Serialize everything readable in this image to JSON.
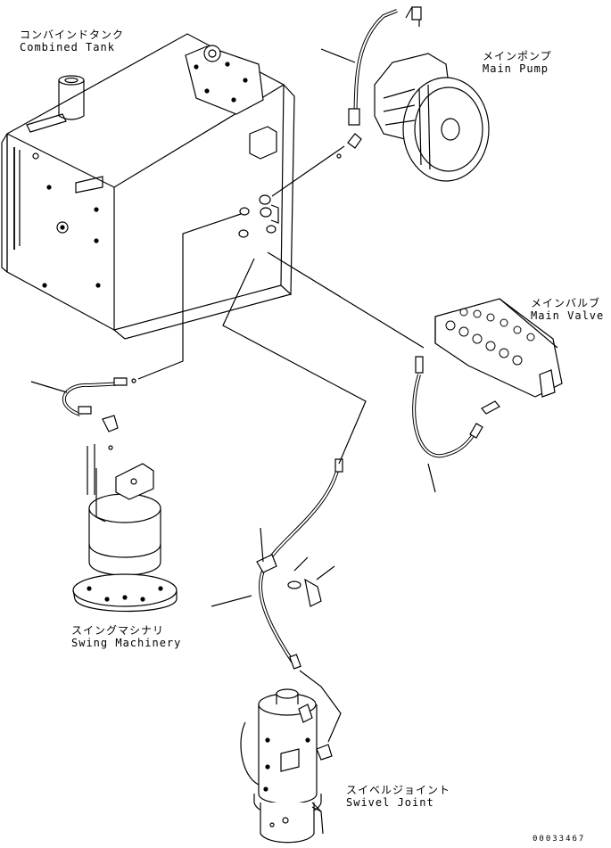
{
  "labels": {
    "combined_tank": {
      "jp": "コンバインドタンク",
      "en": "Combined Tank"
    },
    "main_pump": {
      "jp": "メインポンプ",
      "en": "Main Pump"
    },
    "main_valve": {
      "jp": "メインバルブ",
      "en": "Main Valve"
    },
    "swing_machinery": {
      "jp": "スイングマシナリ",
      "en": "Swing Machinery"
    },
    "swivel_joint": {
      "jp": "スイベルジョイント",
      "en": "Swivel Joint"
    }
  },
  "drawing_number": "00033467"
}
